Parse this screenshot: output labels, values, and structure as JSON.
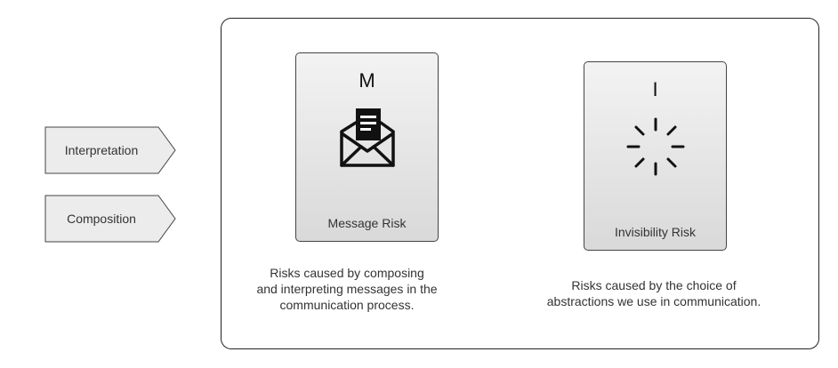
{
  "tags": {
    "interpretation": "Interpretation",
    "composition": "Composition"
  },
  "cards": {
    "message": {
      "letter": "M",
      "label": "Message Risk",
      "icon": "envelope-document-icon",
      "description": [
        "Risks caused by composing",
        "and interpreting messages in the",
        "communication process."
      ]
    },
    "invisibility": {
      "letter": "I",
      "label": "Invisibility Risk",
      "icon": "loading-spinner-icon",
      "description": [
        "Risks caused by the choice of",
        "abstractions we use in communication."
      ]
    }
  }
}
